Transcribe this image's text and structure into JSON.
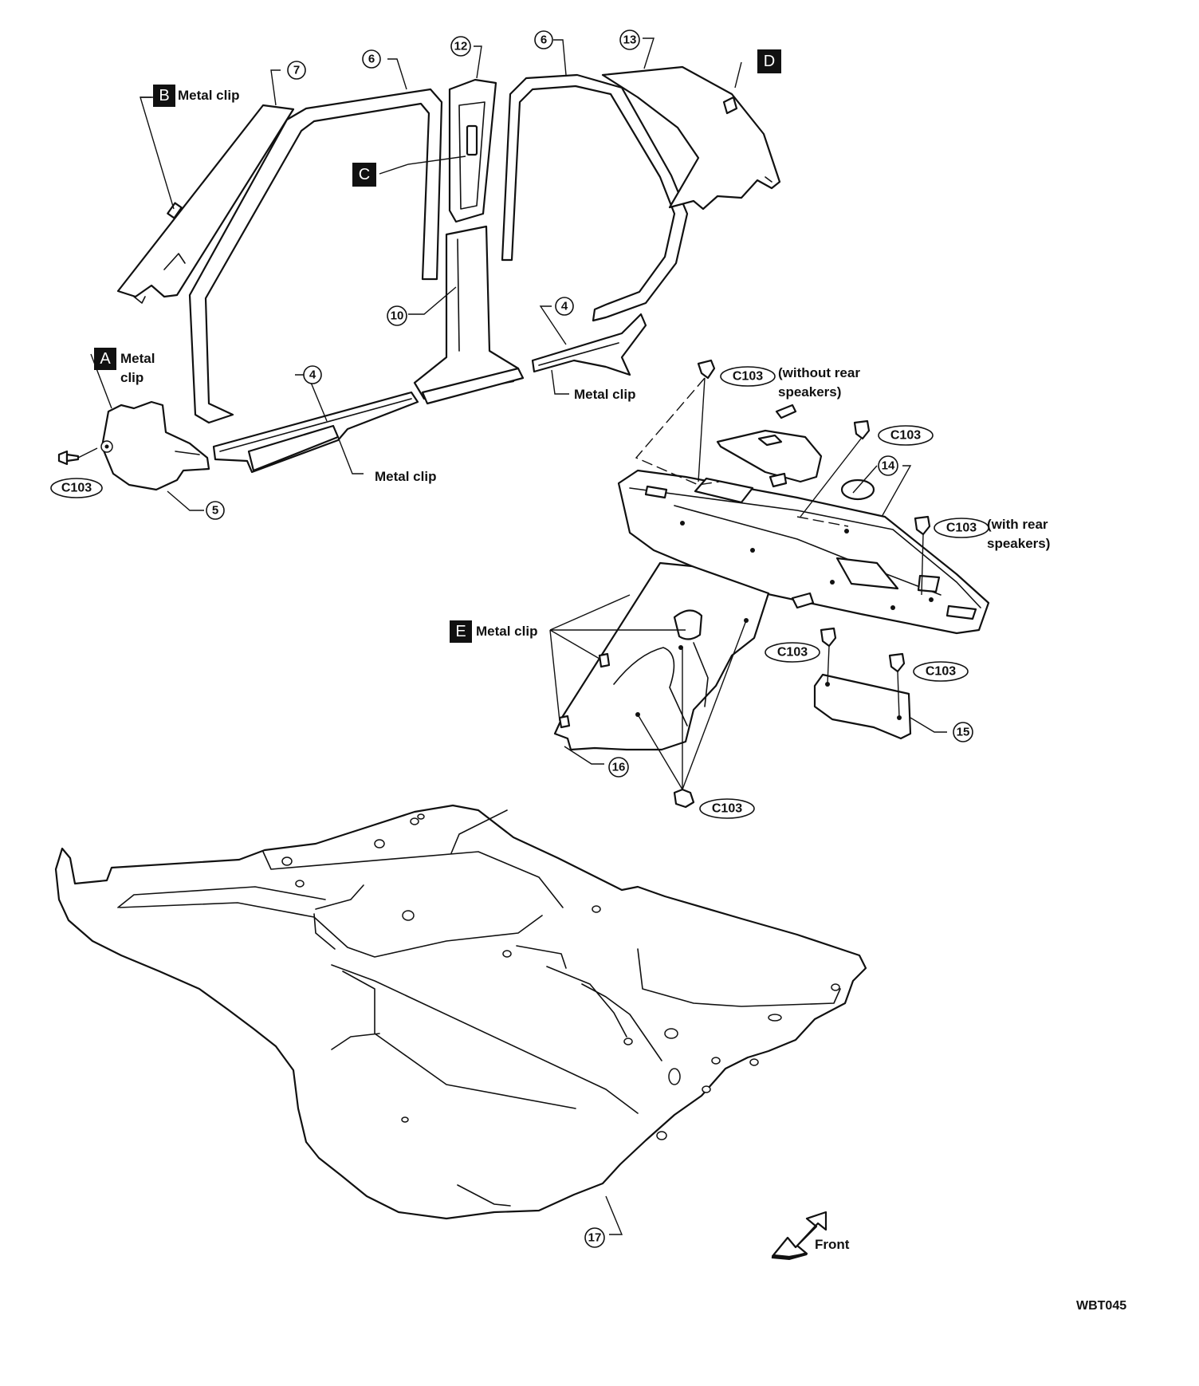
{
  "callouts": {
    "c7": "7",
    "c6a": "6",
    "c12": "12",
    "c6b": "6",
    "c13": "13",
    "c10": "10",
    "c4a": "4",
    "c4b": "4",
    "c5": "5",
    "c14": "14",
    "c15": "15",
    "c16": "16",
    "c17": "17"
  },
  "boxes": {
    "A": "A",
    "B": "B",
    "C": "C",
    "D": "D",
    "E": "E"
  },
  "labels": {
    "metal_clip_b": "Metal clip",
    "metal_clip_a_line1": "Metal",
    "metal_clip_a_line2": "clip",
    "metal_clip_sill_right": "Metal clip",
    "metal_clip_sill_left": "Metal clip",
    "metal_clip_e": "Metal clip",
    "without_rear_line1": "(without rear",
    "without_rear_line2": "speakers)",
    "with_rear_line1": "(with rear",
    "with_rear_line2": "speakers)",
    "front": "Front",
    "watermark": "WBT045"
  },
  "codes": {
    "clip_left": "C103",
    "clip_top": "C103",
    "clip_mid": "C103",
    "clip_right": "C103",
    "clip_15_left": "C103",
    "clip_15_right": "C103",
    "clip_bottom": "C103"
  }
}
